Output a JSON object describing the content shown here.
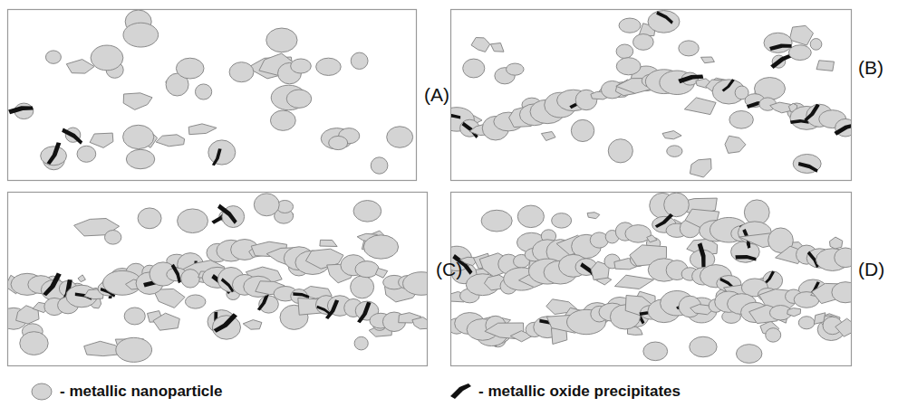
{
  "diagram": {
    "labels": [
      "(A)",
      "(B)",
      "(C)",
      "(D)"
    ],
    "legend": [
      {
        "text": "- metallic nanoparticle"
      },
      {
        "text": "- metallic oxide precipitates"
      }
    ]
  }
}
